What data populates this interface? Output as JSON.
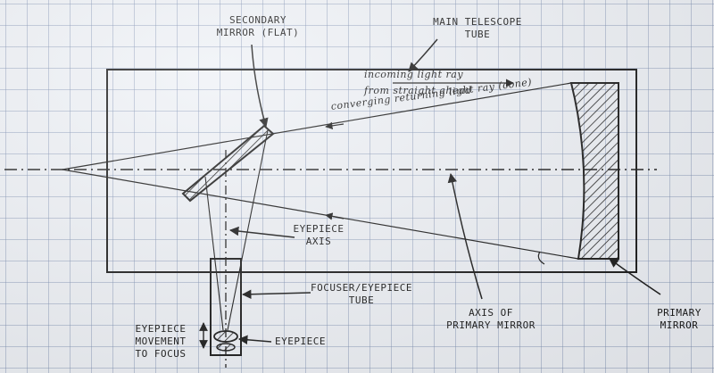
{
  "labels": {
    "secondary_mirror": "SECONDARY\nMIRROR (FLAT)",
    "main_tube": "MAIN TELESCOPE\nTUBE",
    "incoming_ray_1": "incoming light ray",
    "incoming_ray_2": "from straight ahead",
    "converging_ray": "converging returning light ray (cone)",
    "eyepiece_axis": "EYEPIECE\nAXIS",
    "focuser_tube": "FOCUSER/EYEPIECE\nTUBE",
    "axis_primary": "AXIS OF\nPRIMARY MIRROR",
    "primary_mirror": "PRIMARY\nMIRROR",
    "eyepiece_movement": "EYEPIECE\nMOVEMENT\nTO FOCUS",
    "eyepiece": "EYEPIECE"
  },
  "colors": {
    "ink": "#141414",
    "paper": "#eef1f6",
    "grid": "#8a9bbb"
  }
}
